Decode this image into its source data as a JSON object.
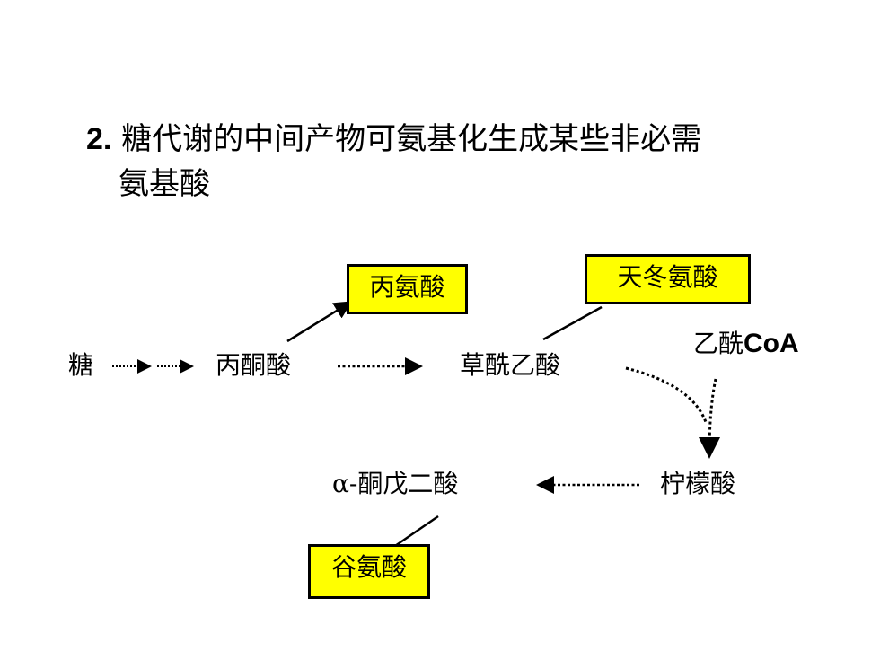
{
  "heading": {
    "number": "2.",
    "line1": "糖代谢的中间产物可氨基化生成某些非必需",
    "line2": "氨基酸"
  },
  "nodes": {
    "sugar": "糖",
    "pyruvate": "丙酮酸",
    "oxaloacetate": "草酰乙酸",
    "acetyl_prefix": "乙酰",
    "acetyl_suffix": "CoA",
    "citrate": "柠檬酸",
    "akg": "α-酮戊二酸"
  },
  "amino_acids": {
    "alanine": "丙氨酸",
    "aspartate": "天冬氨酸",
    "glutamate": "谷氨酸"
  },
  "colors": {
    "box_fill": "#ffff00",
    "stroke": "#000000"
  }
}
